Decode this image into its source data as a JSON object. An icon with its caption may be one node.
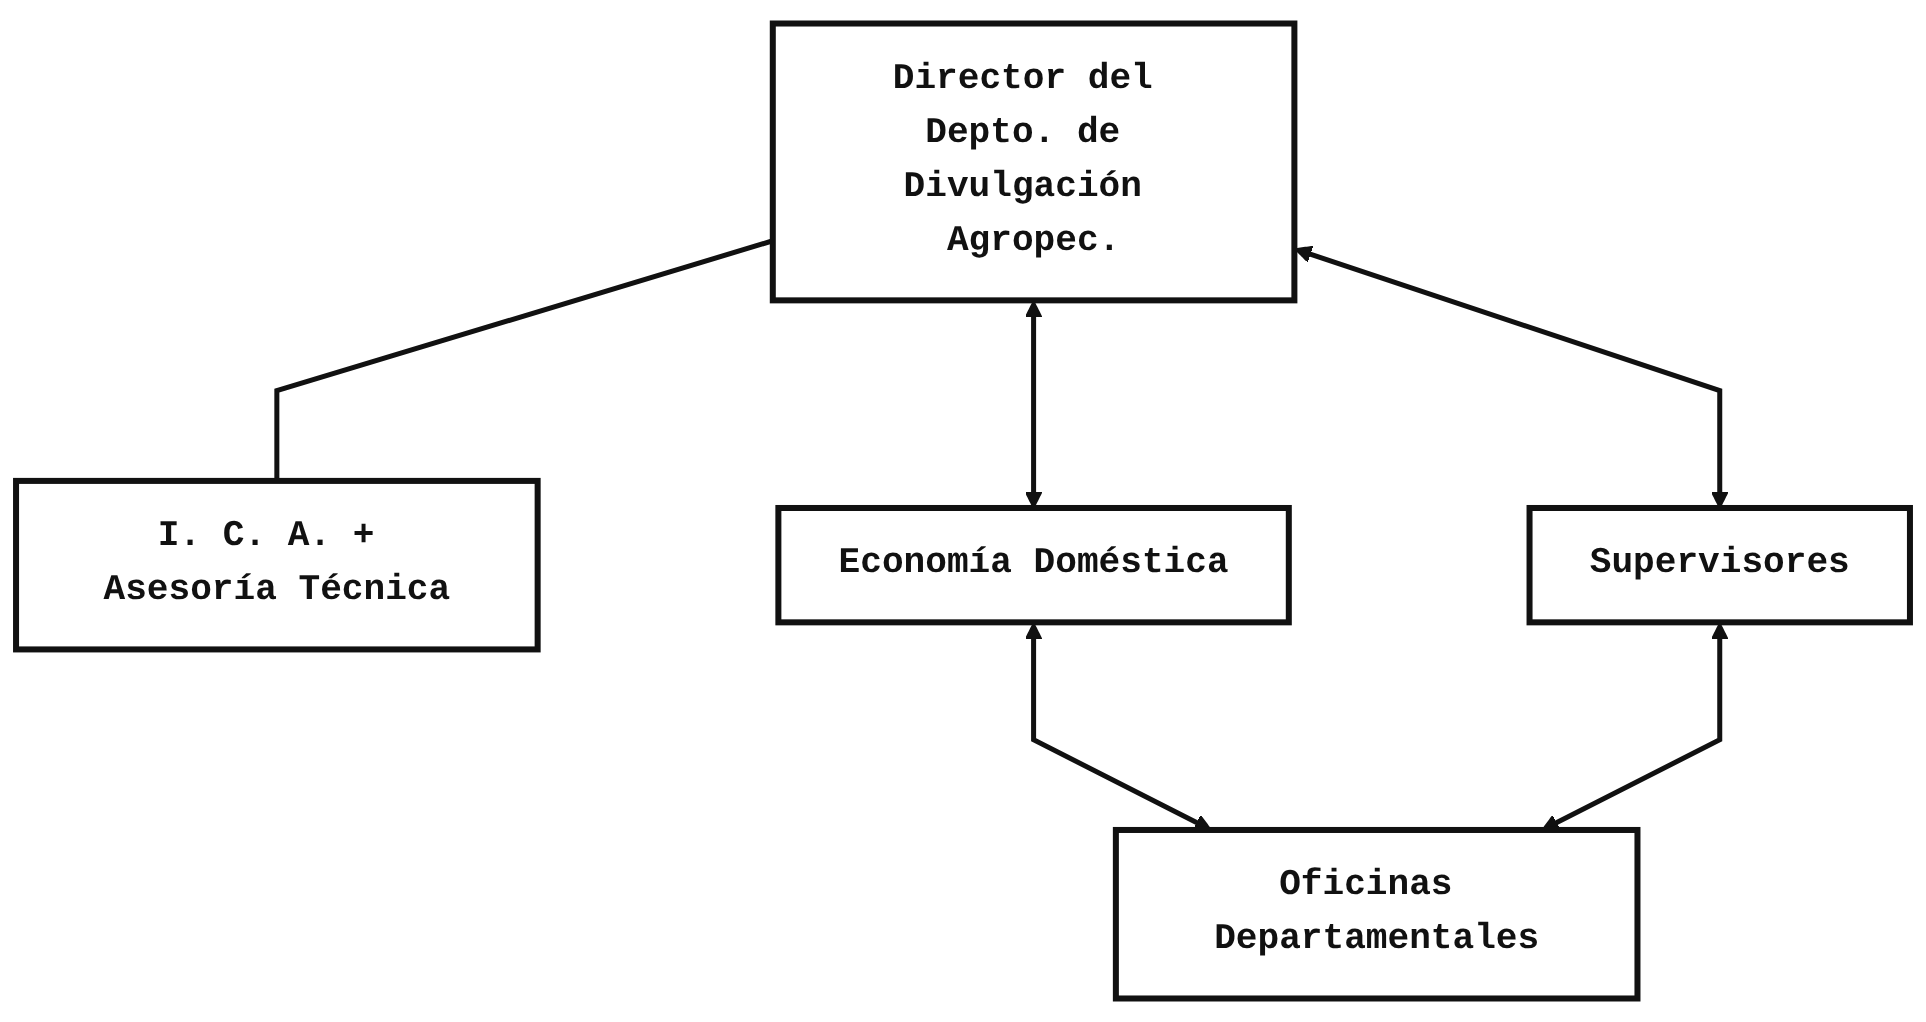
{
  "diagram": {
    "nodes": [
      {
        "text": [
          "Director del Depto. de Divulgación Agropec."
        ]
      },
      {
        "text": [
          "I. C. A. + Asesoría Técnica"
        ]
      },
      {
        "text": [
          "Economía Doméstica"
        ]
      },
      {
        "text": [
          "Supervisores"
        ]
      },
      {
        "text": [
          "Oficinas Departamentales"
        ]
      }
    ],
    "edges": [
      {
        "from": 0,
        "to": 1,
        "arrow": "none"
      },
      {
        "from": 0,
        "to": 2,
        "arrow": "both"
      },
      {
        "from": 0,
        "to": 3,
        "arrow": "both"
      },
      {
        "from": 2,
        "to": 4,
        "arrow": "both"
      },
      {
        "from": 3,
        "to": 4,
        "arrow": "both"
      }
    ]
  }
}
